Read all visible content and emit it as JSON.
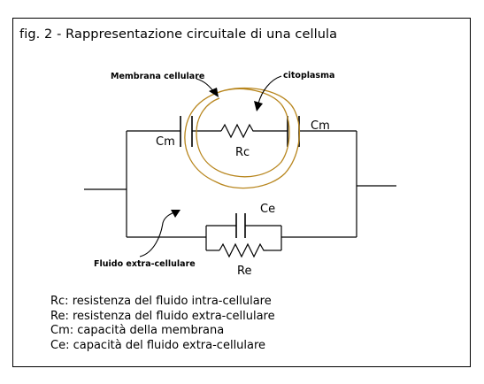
{
  "figure": {
    "title": "fig. 2 - Rappresentazione circuitale di una cellula"
  },
  "diagram_labels": {
    "membrane": "Membrana cellulare",
    "cytoplasm": "citoplasma",
    "extracellular_fluid": "Fluido extra-cellulare",
    "cm_left": "Cm",
    "cm_right": "Cm",
    "rc": "Rc",
    "ce": "Ce",
    "re": "Re"
  },
  "legend": [
    "Rc: resistenza del fluido intra-cellulare",
    "Re: resistenza del fluido extra-cellulare",
    "Cm: capacità della membrana",
    "Ce: capacità del fluido extra-cellulare"
  ],
  "colors": {
    "wire": "#000000",
    "cell_outline": "#b8861e"
  }
}
